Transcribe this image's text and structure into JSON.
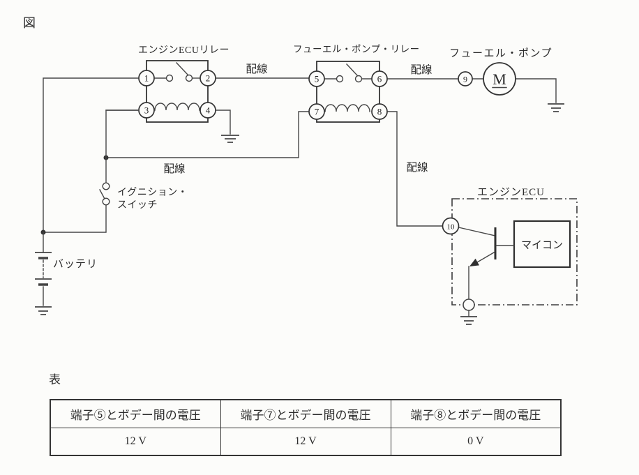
{
  "page": {
    "figure_label": "図",
    "table_label": "表"
  },
  "colors": {
    "ink": "#3a3a3a",
    "paper": "#fcfcfa"
  },
  "diagram": {
    "engine_ecu_relay_label": "エンジンECUリレー",
    "fuel_pump_relay_label": "フューエル・ポンプ・リレー",
    "fuel_pump_label": "フューエル・ポンプ",
    "engine_ecu_label": "エンジンECU",
    "microcomputer_label": "マイコン",
    "battery_label": "バッテリ",
    "ignition_switch_label_line1": "イグニション・",
    "ignition_switch_label_line2": "スイッチ",
    "motor_letter": "M",
    "wiring_labels": [
      "配線",
      "配線",
      "配線",
      "配線"
    ],
    "terminals": {
      "t1": "1",
      "t2": "2",
      "t3": "3",
      "t4": "4",
      "t5": "5",
      "t6": "6",
      "t7": "7",
      "t8": "8",
      "t9": "9",
      "t10": "10"
    }
  },
  "table": {
    "columns": [
      {
        "header": "端子⑤とボデー間の電圧",
        "value": "12 V"
      },
      {
        "header": "端子⑦とボデー間の電圧",
        "value": "12 V"
      },
      {
        "header": "端子⑧とボデー間の電圧",
        "value": "0 V"
      }
    ]
  }
}
